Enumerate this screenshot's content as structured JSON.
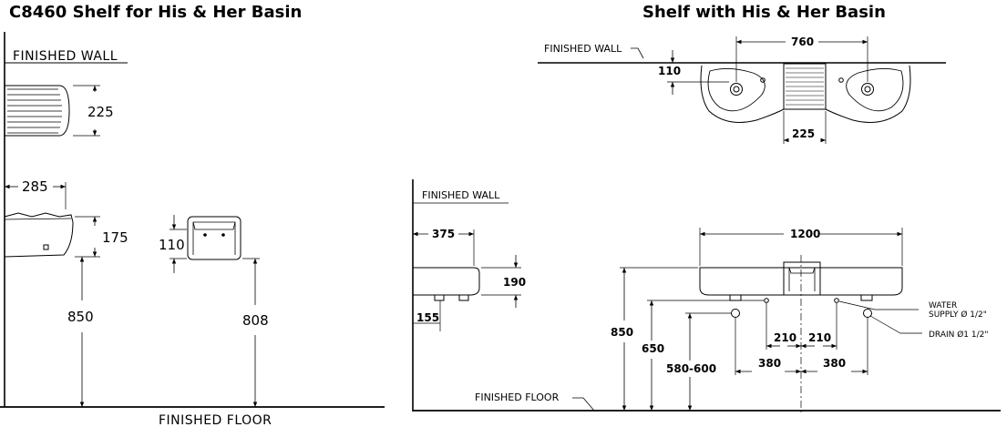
{
  "left_panel": {
    "title": "C8460 Shelf for His & Her Basin",
    "finished_wall": "FINISHED  WALL",
    "finished_floor": "FINISHED  FLOOR",
    "dims": {
      "shelf_depth": "225",
      "projection": "285",
      "shelf_height": "175",
      "front_height": "110",
      "mount_height": "850",
      "front_mount_height": "808"
    }
  },
  "right_panel": {
    "title": "Shelf with His & Her Basin",
    "top_view": {
      "finished_wall": "FINISHED  WALL",
      "overall": "760",
      "setback": "110",
      "shelf_width": "225"
    },
    "side_view": {
      "finished_wall": "FINISHED  WALL",
      "projection": "375",
      "height": "190",
      "rear_offset": "155",
      "mount_height": "850"
    },
    "front_view": {
      "width": "1200",
      "supply_height": "650",
      "drain_height": "580-600",
      "supply_left": "210",
      "supply_right": "210",
      "drain_left": "380",
      "drain_right": "380",
      "water_supply_line1": "WATER",
      "water_supply_line2": "SUPPLY Ø 1/2\"",
      "drain": "DRAIN Ø1 1/2\""
    },
    "finished_floor": "FINISHED  FLOOR"
  }
}
